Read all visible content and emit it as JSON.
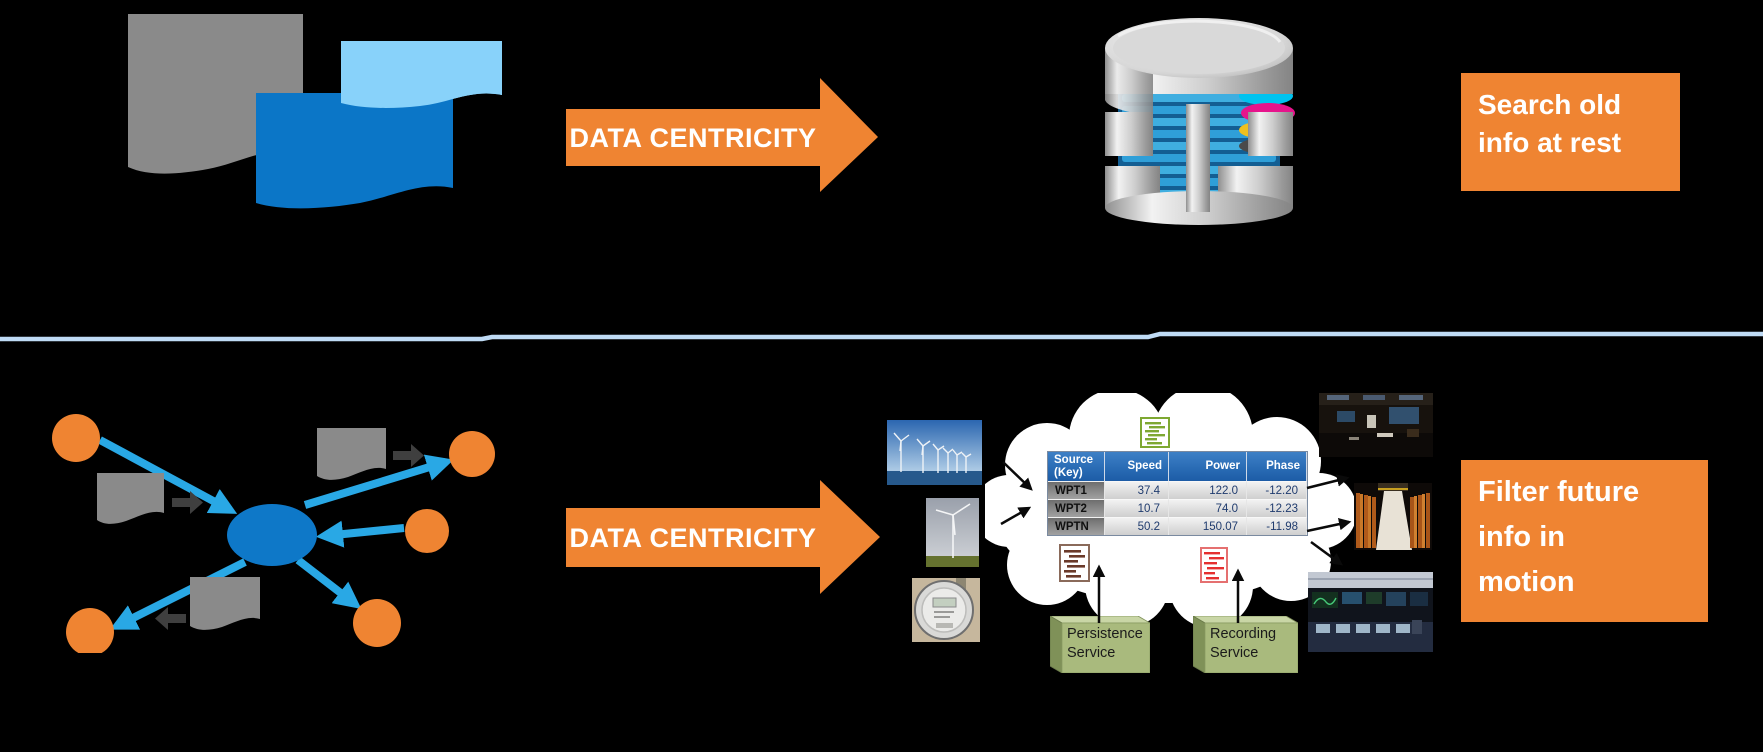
{
  "top": {
    "arrow_label": "DATA CENTRICITY",
    "result_lines": [
      "Search old",
      "info at rest"
    ]
  },
  "bottom": {
    "arrow_label": "DATA CENTRICITY",
    "result_lines": [
      "Filter future",
      "info in",
      "motion"
    ],
    "cloud": {
      "table": {
        "headers": [
          "Source (Key)",
          "Speed",
          "Power",
          "Phase"
        ],
        "rows": [
          [
            "WPT1",
            "37.4",
            "122.0",
            "-12.20"
          ],
          [
            "WPT2",
            "10.7",
            "74.0",
            "-12.23"
          ],
          [
            "WPTN",
            "50.2",
            "150.07",
            "-11.98"
          ]
        ]
      }
    },
    "services": [
      {
        "label": "Persistence Service"
      },
      {
        "label": "Recording Service"
      }
    ]
  },
  "icons": [
    "document-flag-gray-icon",
    "document-flag-lightblue-icon",
    "document-flag-blue-icon",
    "database-icon",
    "network-hub-icon",
    "publisher-node-icon",
    "log-document-green-icon",
    "log-document-brown-icon",
    "log-document-red-icon",
    "block-arrow-orange-icon",
    "block-arrow-dark-icon",
    "flow-arrow-blue-icon"
  ],
  "colors": {
    "background": "#000000",
    "accent_orange": "#EF8432",
    "flow_blue": "#29A8E5",
    "node_blue": "#0E78C8",
    "shape_gray": "#8A8A8A",
    "flag_lightblue": "#88D2FA",
    "divider_blue": "#BFDBF5",
    "service_green": "#A9BA7D",
    "table_header_blue": "#2A6CB5",
    "doc_green": "#7EA832",
    "doc_brown": "#6B3A2A",
    "doc_red": "#E53030"
  }
}
